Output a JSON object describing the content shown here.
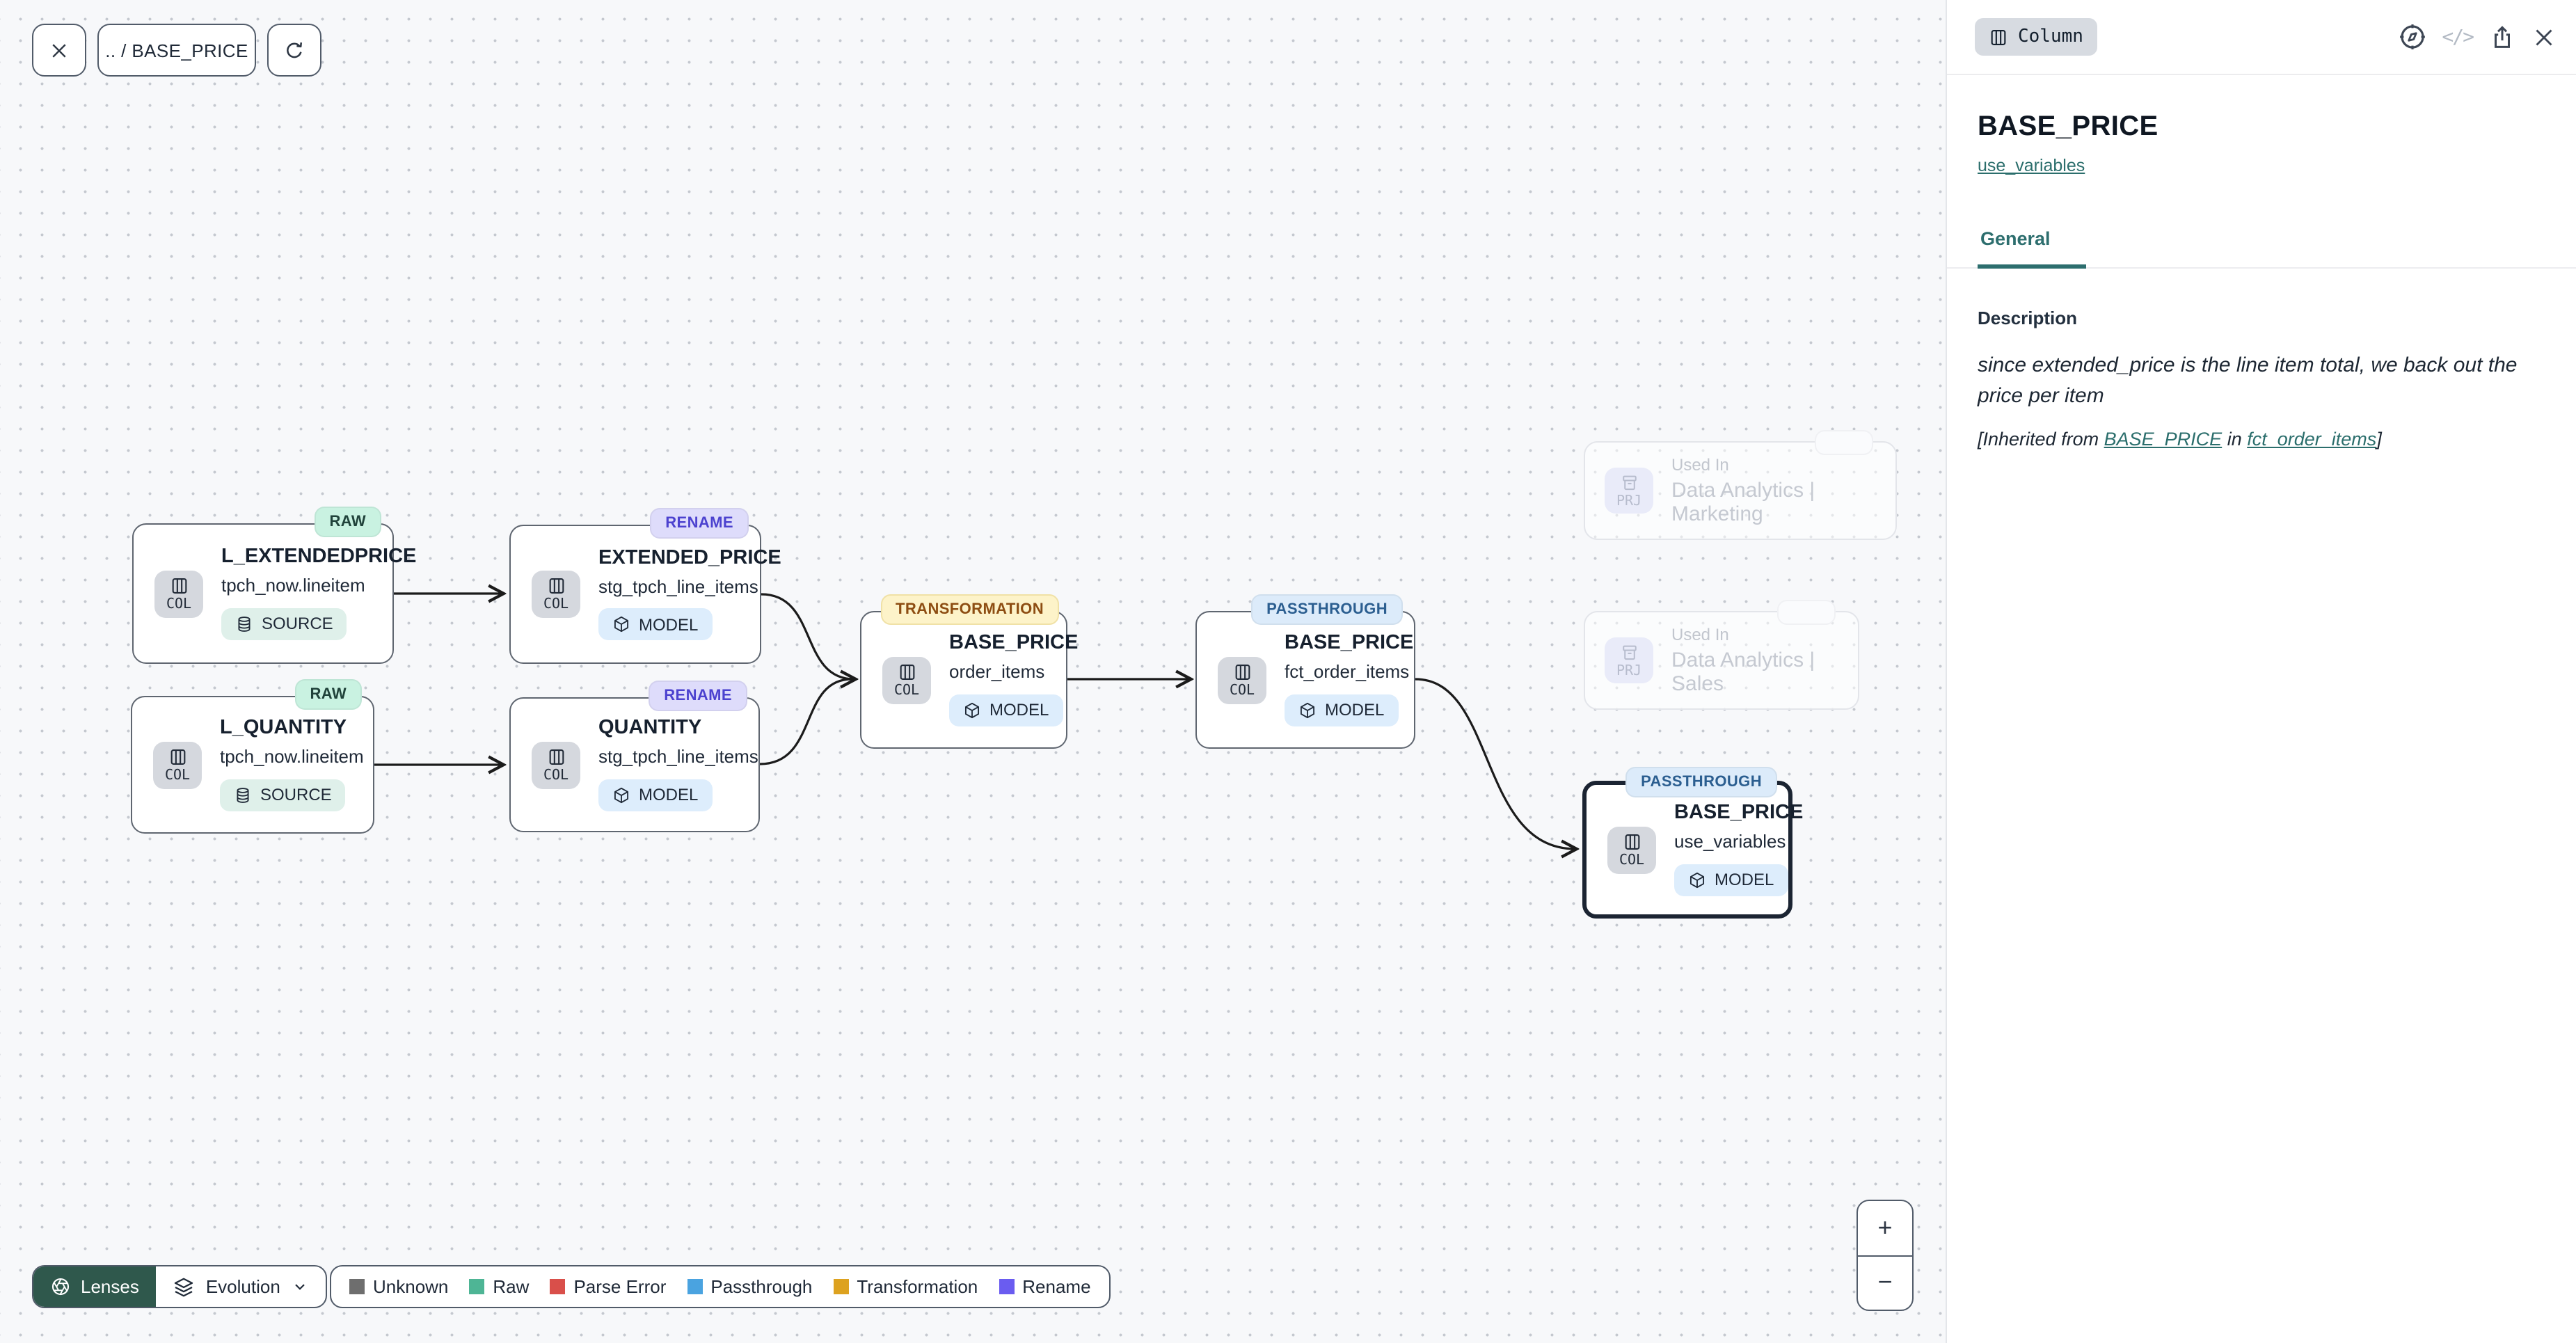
{
  "toolbar": {
    "breadcrumb": ".. / BASE_PRICE"
  },
  "panel": {
    "type_badge": "Column",
    "title": "BASE_PRICE",
    "model_link": "use_variables",
    "tab": "General",
    "description_heading": "Description",
    "description_body": "since extended_price is the line item total, we back out the price per item",
    "inherited": {
      "prefix": "[Inherited from ",
      "link_column": "BASE_PRICE",
      "middle": " in ",
      "link_model": "fct_order_items",
      "suffix": "]"
    }
  },
  "canvas": {
    "nodes": [
      {
        "tag": "RAW",
        "title": "L_EXTENDEDPRICE",
        "subtitle": "tpch_now.lineitem",
        "kind": "COL",
        "badge": "SOURCE"
      },
      {
        "tag": "RAW",
        "title": "L_QUANTITY",
        "subtitle": "tpch_now.lineitem",
        "kind": "COL",
        "badge": "SOURCE"
      },
      {
        "tag": "RENAME",
        "title": "EXTENDED_PRICE",
        "subtitle": "stg_tpch_line_items",
        "kind": "COL",
        "badge": "MODEL"
      },
      {
        "tag": "RENAME",
        "title": "QUANTITY",
        "subtitle": "stg_tpch_line_items",
        "kind": "COL",
        "badge": "MODEL"
      },
      {
        "tag": "TRANSFORMATION",
        "title": "BASE_PRICE",
        "subtitle": "order_items",
        "kind": "COL",
        "badge": "MODEL"
      },
      {
        "tag": "PASSTHROUGH",
        "title": "BASE_PRICE",
        "subtitle": "fct_order_items",
        "kind": "COL",
        "badge": "MODEL"
      },
      {
        "tag": "PASSTHROUGH",
        "title": "BASE_PRICE",
        "subtitle": "use_variables",
        "kind": "COL",
        "badge": "MODEL"
      }
    ],
    "ghosts": [
      {
        "kind": "PRJ",
        "label": "Used In",
        "name": "Data Analytics | Marketing"
      },
      {
        "kind": "PRJ",
        "label": "Used In",
        "name": "Data Analytics | Sales"
      }
    ],
    "legend": {
      "lenses": "Lenses",
      "mode": "Evolution",
      "items": [
        {
          "label": "Unknown",
          "color": "#6e6e6e"
        },
        {
          "label": "Raw",
          "color": "#4eb595"
        },
        {
          "label": "Parse Error",
          "color": "#d94f4a"
        },
        {
          "label": "Passthrough",
          "color": "#4aa3e0"
        },
        {
          "label": "Transformation",
          "color": "#dda21f"
        },
        {
          "label": "Rename",
          "color": "#6a5cf0"
        }
      ]
    },
    "zoom": {
      "zoom_in": "+",
      "zoom_out": "−"
    }
  }
}
